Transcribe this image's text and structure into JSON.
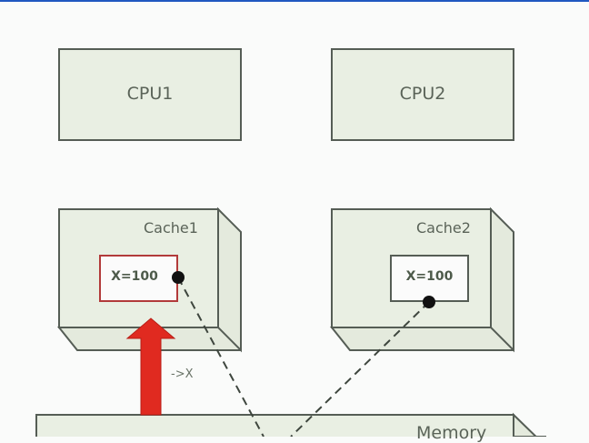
{
  "diagram": {
    "cpus": [
      {
        "label": "CPU1"
      },
      {
        "label": "CPU2"
      }
    ],
    "caches": [
      {
        "label": "Cache1",
        "entry": "X=100",
        "entry_state": "highlighted"
      },
      {
        "label": "Cache2",
        "entry": "X=100",
        "entry_state": "normal"
      }
    ],
    "memory": {
      "label": "Memory"
    },
    "transfer_arrow": {
      "label": "->X",
      "direction": "up",
      "from": "Memory",
      "to": "Cache1"
    },
    "colors": {
      "box_fill": "#e9efe3",
      "box_stroke": "#555d55",
      "highlight_stroke": "#b23a3a",
      "arrow_fill": "#e02a20",
      "accent_bar": "#2058c0"
    }
  }
}
